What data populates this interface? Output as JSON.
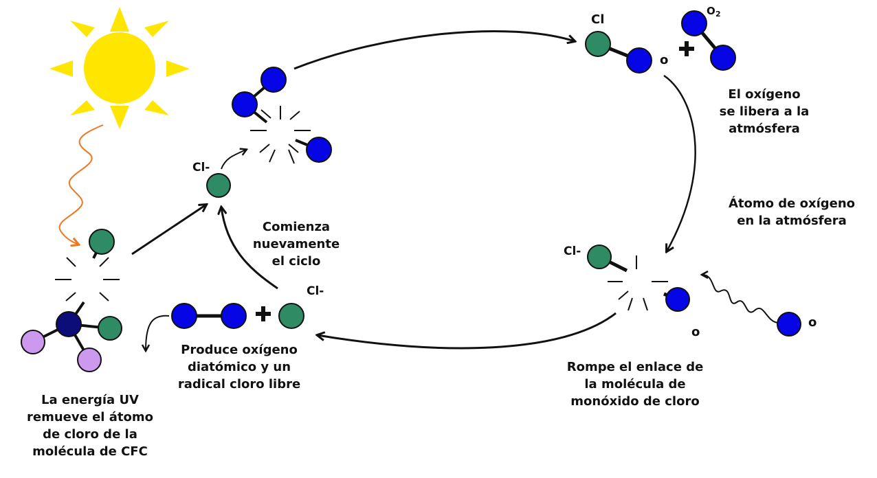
{
  "captions": {
    "uv_energy": [
      "La energía UV",
      "remueve el átomo",
      "de cloro de la",
      "molécula de CFC"
    ],
    "produces_oxygen": [
      "Produce oxígeno",
      "diatómico y un",
      "radical cloro libre"
    ],
    "restart_cycle": [
      "Comienza",
      "nuevamente",
      "el ciclo"
    ],
    "oxygen_released": [
      "El oxígeno",
      "se libera a la",
      "atmósfera"
    ],
    "oxygen_atom": [
      "Átomo de oxígeno",
      "en la atmósfera"
    ],
    "breaks_bond": [
      "Rompe el enlace de",
      "la molécula de",
      "monóxido de cloro"
    ]
  },
  "labels": {
    "cl_radical_top": "Cl-",
    "cl_clo": "Cl",
    "o_clo": "o",
    "o2_base": "O",
    "o2_sub": "2",
    "cl_radical_free": "Cl-",
    "cl_break": "Cl-",
    "o_break": "o",
    "o_incoming": "o"
  },
  "colors": {
    "oxygen": "#0505e6",
    "chlorine": "#2e8b63",
    "fluorine": "#cc99ee",
    "carbon": "#0d0d7a",
    "sun": "#ffe600",
    "uv_wave": "#ee7722",
    "arrow": "#111111"
  }
}
